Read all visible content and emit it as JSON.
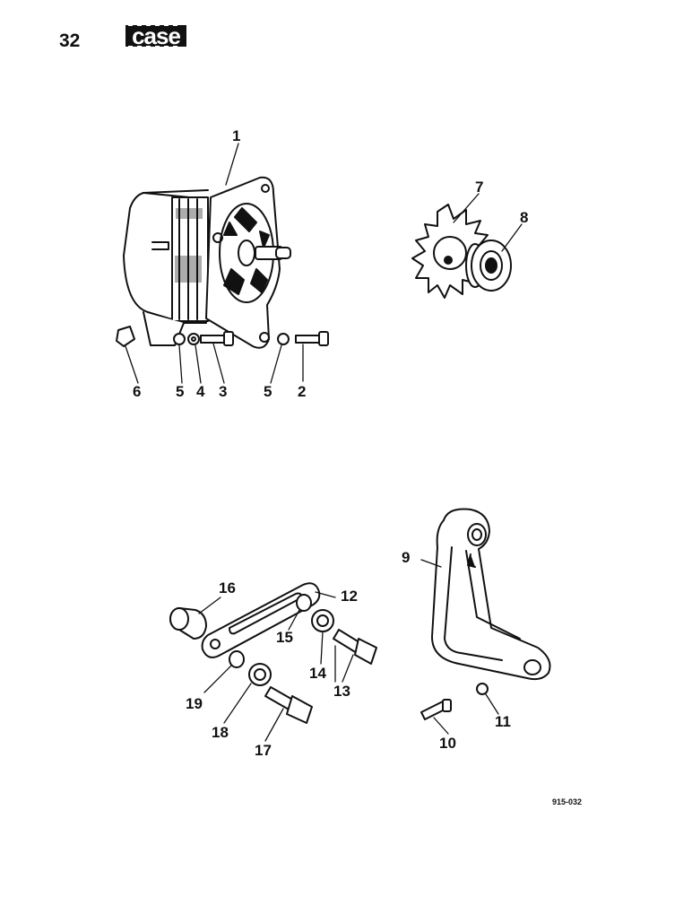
{
  "header": {
    "page_number": "32",
    "brand": "case"
  },
  "callouts": {
    "c1": "1",
    "c2": "2",
    "c3": "3",
    "c4": "4",
    "c5a": "5",
    "c5b": "5",
    "c6": "6",
    "c7": "7",
    "c8": "8",
    "c9": "9",
    "c10": "10",
    "c11": "11",
    "c12": "12",
    "c13": "13",
    "c14": "14",
    "c15": "15",
    "c16": "16",
    "c17": "17",
    "c18": "18",
    "c19": "19"
  },
  "footer": {
    "drawing_code": "915-032"
  },
  "colors": {
    "ink": "#111111",
    "paper": "#ffffff"
  }
}
